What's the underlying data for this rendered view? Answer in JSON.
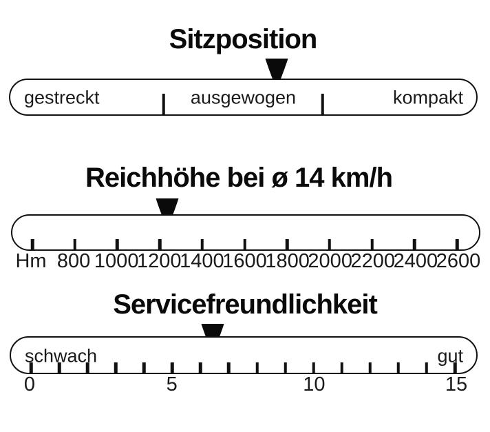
{
  "figure": {
    "background": "#ffffff",
    "ink": "#000000"
  },
  "chart_data": [
    {
      "type": "linear_gauge",
      "title": "Sitzposition",
      "zone_labels": [
        "gestreckt",
        "ausgewogen",
        "kompakt"
      ],
      "zone_count": 3,
      "marker": {
        "reading": "ausgewogen",
        "fraction": 0.571
      }
    },
    {
      "type": "linear_gauge",
      "title": "Reichhöhe bei ø 14 km/h",
      "unit": "Hm",
      "tick_labels": [
        "Hm",
        "800",
        "1000",
        "1200",
        "1400",
        "1600",
        "1800",
        "2000",
        "2200",
        "2400",
        "2600"
      ],
      "tick_step_value": 200,
      "marker": {
        "value_estimate": 1235,
        "fraction": 0.3333
      }
    },
    {
      "type": "linear_gauge",
      "title": "Servicefreundlichkeit",
      "end_labels": {
        "left": "schwach",
        "right": "gut"
      },
      "axis_range": [
        0,
        15
      ],
      "tick_count": 16,
      "labeled_ticks": [
        {
          "index": 0,
          "label": "0"
        },
        {
          "index": 5,
          "label": "5"
        },
        {
          "index": 10,
          "label": "10"
        },
        {
          "index": 15,
          "label": "15"
        }
      ],
      "marker": {
        "value_estimate": 6.4,
        "fraction": 0.4345
      }
    }
  ]
}
